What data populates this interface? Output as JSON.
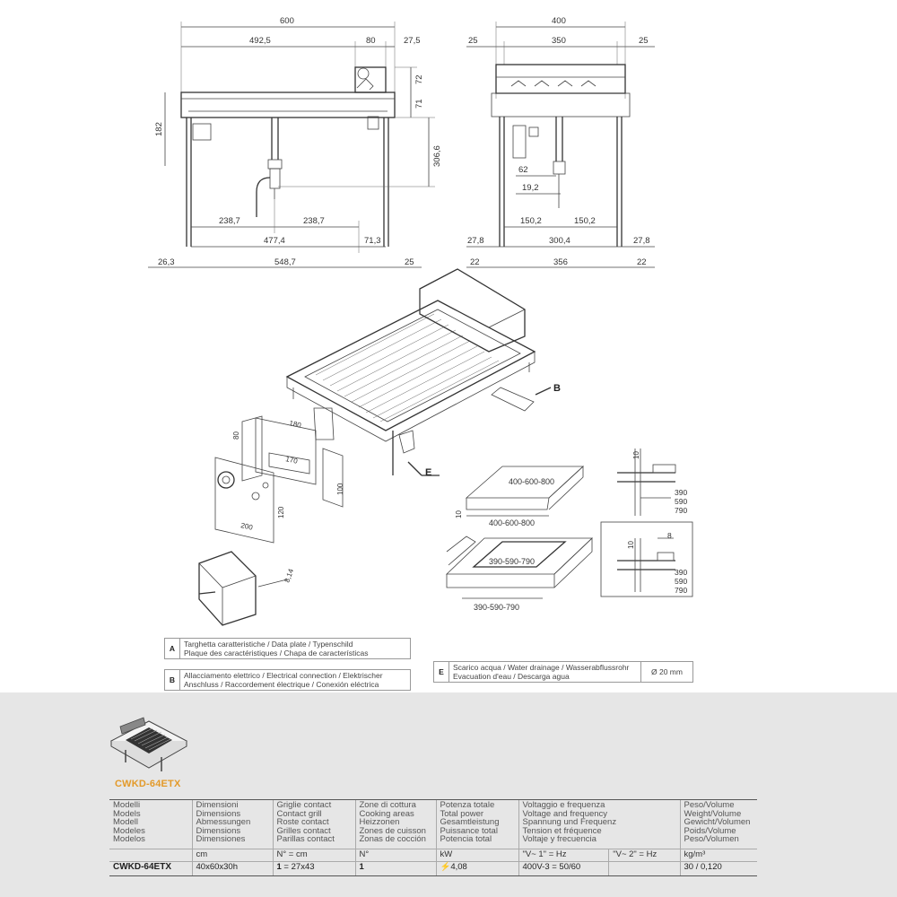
{
  "drawing": {
    "front_view": {
      "top_dims": [
        "600",
        "492,5",
        "80",
        "27,5"
      ],
      "side_dims": [
        "72",
        "71",
        "182",
        "306,6"
      ],
      "bottom_dims": [
        "238,7",
        "238,7",
        "477,4",
        "71,3",
        "26,3",
        "548,7",
        "25"
      ]
    },
    "side_view": {
      "top_dims": [
        "400",
        "25",
        "350",
        "25"
      ],
      "inner_dims": [
        "62",
        "19,2",
        "150,2",
        "150,2"
      ],
      "bottom_dims": [
        "27,8",
        "300,4",
        "27,8",
        "22",
        "356",
        "22"
      ]
    },
    "callouts": {
      "b": "B",
      "e": "E"
    },
    "data_plate_dims": [
      "180",
      "80",
      "170",
      "100"
    ],
    "panel_dims": [
      "200",
      "120"
    ],
    "junction_dim": "8,14",
    "countertop": {
      "top_label": "400-600-800",
      "height_label": "10",
      "width_label": "400-600-800",
      "cutout_label": "390-590-790",
      "base_label": "390-590-790"
    },
    "section1": {
      "gap": "10",
      "sizes": [
        "390",
        "590",
        "790"
      ]
    },
    "section2": {
      "gap": "10",
      "width": "8",
      "sizes": [
        "390",
        "590",
        "790"
      ]
    }
  },
  "legend": {
    "rows": [
      {
        "key": "A",
        "line1": "Targhetta caratteristiche / Data plate / Typenschild",
        "line2": "Plaque des caractéristiques / Chapa de características"
      },
      {
        "key": "B",
        "line1": "Allacciamento elettrico / Electrical connection / Elektrischer",
        "line2": "Anschluss / Raccordement électrique / Conexión eléctrica"
      }
    ],
    "water": {
      "key": "E",
      "line1": "Scarico acqua / Water drainage / Wasserabflussrohr",
      "line2": "Evacuation d'eau / Descarga agua",
      "value": "Ø 20 mm"
    }
  },
  "product": {
    "title": "CWKD-64ETX"
  },
  "spec_table": {
    "headers": [
      [
        "Modelli",
        "Models",
        "Modell",
        "Modeles",
        "Modelos"
      ],
      [
        "Dimensioni",
        "Dimensions",
        "Abmessungen",
        "Dimensions",
        "Dimensiones"
      ],
      [
        "Griglie contact",
        "Contact grill",
        "Roste contact",
        "Grilles contact",
        "Parillas contact"
      ],
      [
        "Zone di cottura",
        "Cooking areas",
        "Heizzonen",
        "Zones de cuisson",
        "Zonas de cocción"
      ],
      [
        "Potenza totale",
        "Total power",
        "Gesamtleistung",
        "Puissance total",
        "Potencia total"
      ],
      [
        "Voltaggio e frequenza",
        "Voltage and frequency",
        "Spannung und Frequenz",
        "Tension et fréquence",
        "Voltaje y frecuencia"
      ],
      [
        "Peso/Volume",
        "Weight/Volume",
        "Gewicht/Volumen",
        "Poids/Volume",
        "Peso/Volumen"
      ]
    ],
    "units": [
      "",
      "cm",
      "N° = cm",
      "N°",
      "kW",
      "\"V~ 1\" = Hz",
      "\"V~ 2\" = Hz",
      "kg/m³"
    ],
    "values": {
      "model": "CWKD-64ETX",
      "dimensions": "40x60x30h",
      "grill_count": "1",
      "grill_size": " = 27x43",
      "zones": "1",
      "power_icon": "lightning-icon",
      "power": "4,08",
      "voltage1": "400V-3 = 50/60",
      "voltage2": "",
      "weight": "30 / 0,120"
    },
    "colors": {
      "model": "#e39a2a",
      "power_icon": "#d02020"
    }
  }
}
